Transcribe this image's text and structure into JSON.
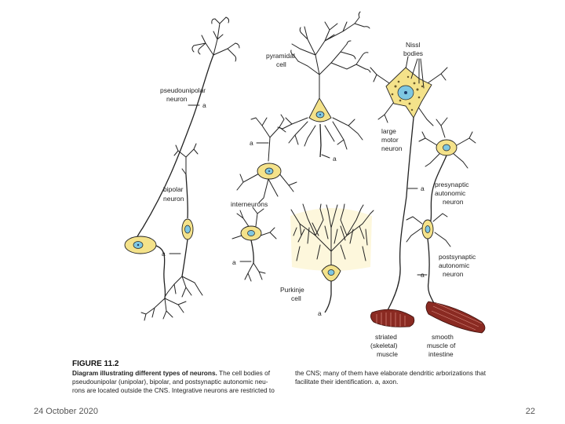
{
  "figure": {
    "labels": {
      "pseudounipolar": [
        "pseudounipolar",
        "neuron"
      ],
      "pyramidal": [
        "pyramidal",
        "cell"
      ],
      "nissl": [
        "Nissl",
        "bodies"
      ],
      "large_motor": [
        "large",
        "motor",
        "neuron"
      ],
      "bipolar": [
        "bipolar",
        "neuron"
      ],
      "interneurons": "interneurons",
      "presynaptic": [
        "presynaptic",
        "autonomic",
        "neuron"
      ],
      "postsynaptic": [
        "postsynaptic",
        "autonomic",
        "neuron"
      ],
      "purkinje": [
        "Purkinje",
        "cell"
      ],
      "striated": [
        "striated",
        "(skeletal)",
        "muscle"
      ],
      "smooth": [
        "smooth",
        "muscle of",
        "intestine"
      ],
      "axon_marker": "a"
    },
    "caption": {
      "title": "FIGURE 11.2",
      "bold_lead": "Diagram illustrating different types of neurons.",
      "col1_line1_rest": " The cell bodies of",
      "col1_line2": "pseudounipolar (unipolar), bipolar, and postsynaptic autonomic neu-",
      "col1_line3": "rons are located outside the CNS. Integrative neurons are restricted to",
      "col2_line1": "the CNS; many of them have elaborate dendritic arborizations that",
      "col2_line2": "facilitate their identification. a, axon."
    }
  },
  "footer": {
    "date": "24 October 2020",
    "page": "22"
  },
  "colors": {
    "cell_body": "#f4e28a",
    "nucleus": "#7ec7e2",
    "muscle": "#8a2a22"
  }
}
